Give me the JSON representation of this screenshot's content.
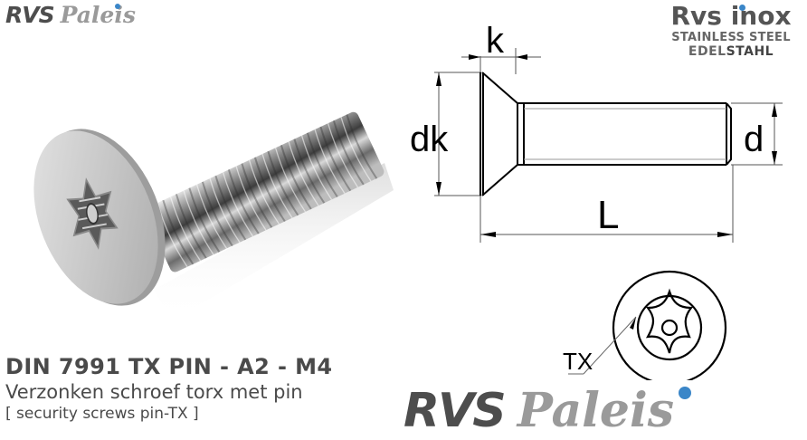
{
  "header": {
    "logo_left": {
      "part1": "RVS",
      "part2": "Paleis"
    },
    "logo_right": {
      "title": "Rvs inox",
      "title_part1": "Rvs",
      "title_part2": "inox",
      "line1": "STAINLESS STEEL",
      "line2_a": "EDEL",
      "line2_b": "STAHL",
      "line2_c": "L"
    }
  },
  "product": {
    "title": "DIN 7991 TX PIN - A2 - M4",
    "subtitle": "Verzonken schroef torx met pin",
    "subtitle_en": "[ security screws pin-TX ]"
  },
  "drawing": {
    "labels": {
      "k": "k",
      "dk": "dk",
      "d": "d",
      "L": "L",
      "tx": "TX"
    }
  },
  "footer": {
    "logo": {
      "part1": "RVS",
      "part2": "Paleis"
    }
  },
  "colors": {
    "dark_gray": "#4d4d4d",
    "light_gray": "#9a9a9a",
    "accent_blue": "#3a86c8"
  }
}
